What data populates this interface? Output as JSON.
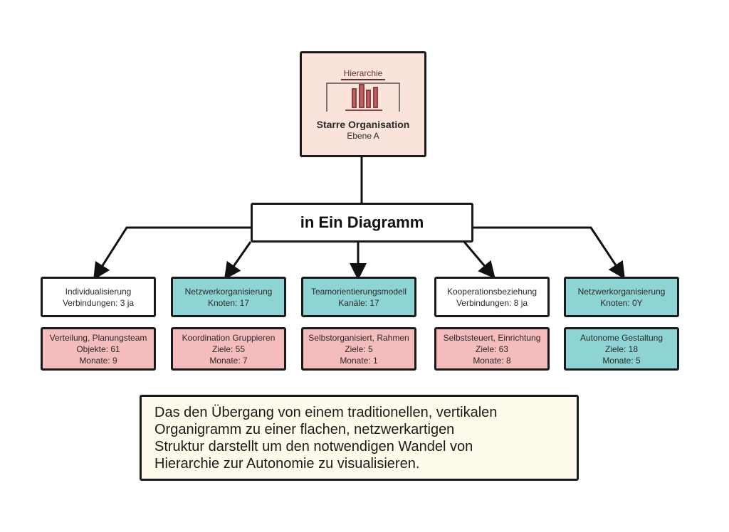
{
  "top_node": {
    "header": "Hierarchie",
    "title": "Starre Organisation",
    "subtitle": "Ebene A"
  },
  "center_node": {
    "label": "in Ein Diagramm"
  },
  "branches": [
    {
      "unit": {
        "title": "Individualisierung",
        "detail": "Verbindungen: 3 ja"
      },
      "team": {
        "title": "Verteilung, Planungsteam",
        "line1": "Objekte: 61",
        "line2": "Monate: 9"
      },
      "unit_color": "white",
      "team_color": "pink"
    },
    {
      "unit": {
        "title": "Netzwerkorganisierung",
        "detail": "Knoten: 17"
      },
      "team": {
        "title": "Koordination Gruppieren",
        "line1": "Ziele: 55",
        "line2": "Monate: 7"
      },
      "unit_color": "teal",
      "team_color": "pink"
    },
    {
      "unit": {
        "title": "Teamorientierungsmodell",
        "detail": "Kanäle: 17"
      },
      "team": {
        "title": "Selbstorganisiert, Rahmen",
        "line1": "Ziele: 5",
        "line2": "Monate: 1"
      },
      "unit_color": "teal",
      "team_color": "pink"
    },
    {
      "unit": {
        "title": "Kooperationsbeziehung",
        "detail": "Verbindungen: 8 ja"
      },
      "team": {
        "title": "Selbststeuert, Einrichtung",
        "line1": "Ziele: 63",
        "line2": "Monate: 8"
      },
      "unit_color": "white",
      "team_color": "pink"
    },
    {
      "unit": {
        "title": "Netzwerkorganisierung",
        "detail": "Knoten: 0Y"
      },
      "team": {
        "title": "Autonome Gestaltung",
        "line1": "Ziele: 18",
        "line2": "Monate: 5"
      },
      "unit_color": "teal",
      "team_color": "teal"
    }
  ],
  "description": {
    "lines": [
      "Das den Übergang von einem traditionellen, vertikalen",
      "Organigramm zu einer flachen, netzwerkartigen",
      "Struktur darstellt um den notwendigen Wandel von",
      "Hierarchie zur Autonomie zu visualisieren."
    ]
  },
  "colors": {
    "teal": "#8fd4d4",
    "pink": "#f4bcbc",
    "peach": "#fae3da"
  }
}
